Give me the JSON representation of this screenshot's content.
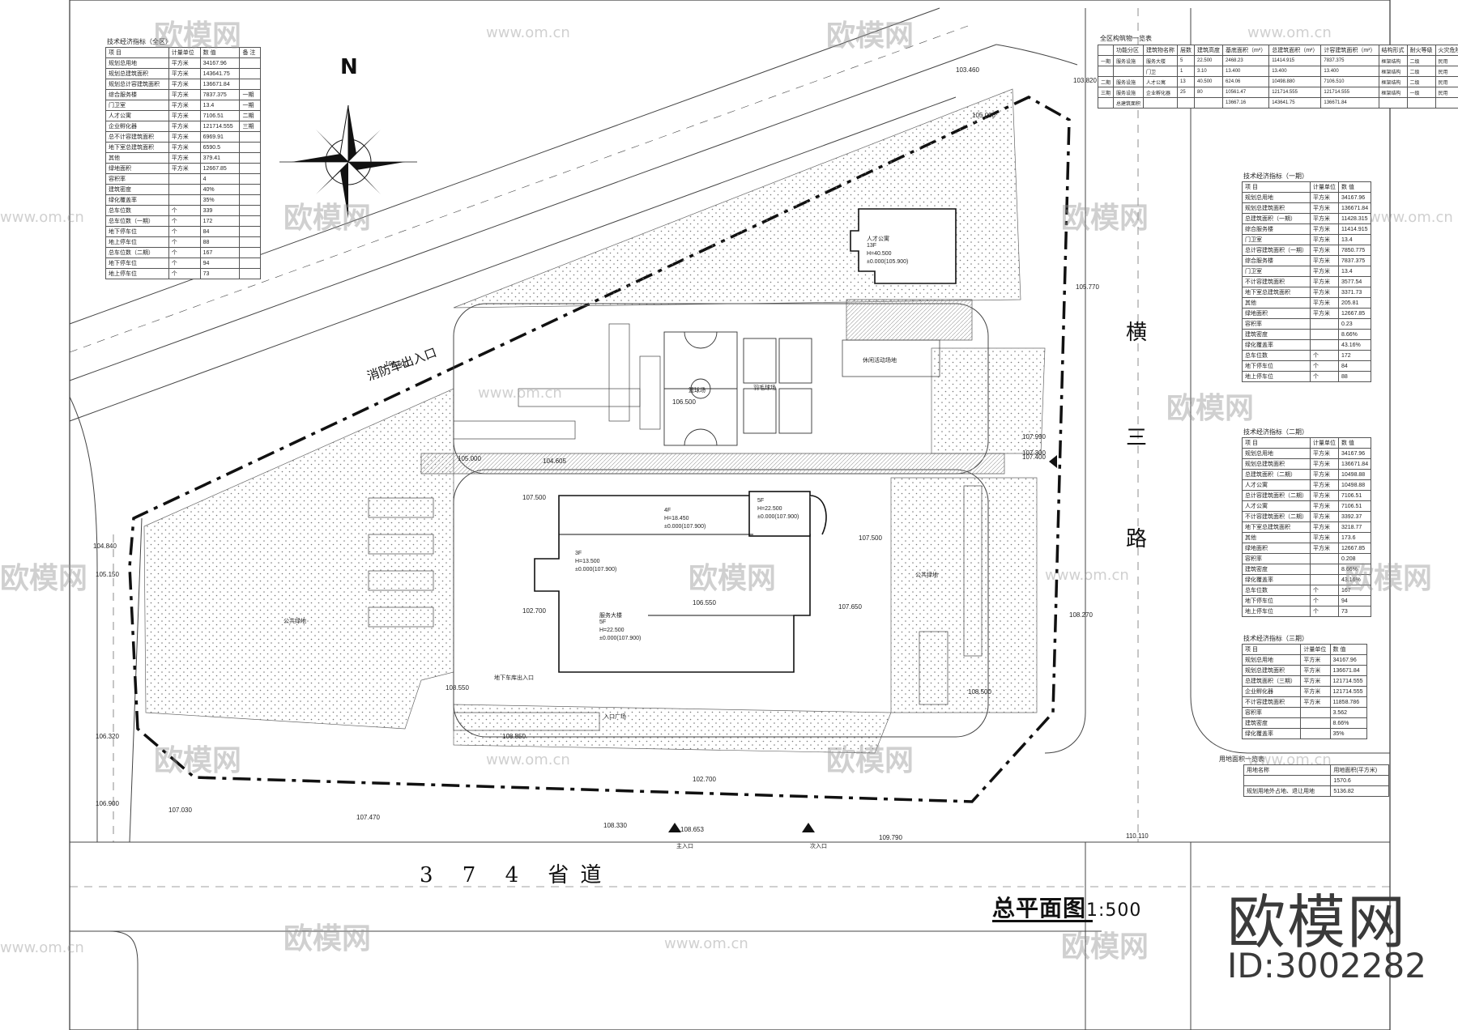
{
  "drawing": {
    "title": "总平面图",
    "scale": "1:500",
    "north": "N",
    "brand": "欧模网",
    "brand_id": "ID:3002282",
    "watermark_cn": "欧模网",
    "watermark_url": "www.om.cn",
    "roads": {
      "south": "3 7 4 省道",
      "east": [
        "横",
        "三",
        "路"
      ]
    },
    "labels": {
      "fire_entrance": "消防车出入口",
      "basketball": "篮球场",
      "tennis": "羽毛球场",
      "activity": "休闲活动场地",
      "green": "公共绿地",
      "main_entrance": "主入口",
      "secondary_entrance": "次入口",
      "building_a": "人才公寓",
      "building_b": "服务大楼",
      "plaza": "入口广场",
      "parking": "地下车库出入口"
    },
    "elevations": [
      "103.460",
      "103.820",
      "105.000",
      "104.600",
      "105.770",
      "106.500",
      "105.000",
      "107.500",
      "107.500",
      "107.650",
      "106.550",
      "102.700",
      "108.550",
      "108.500",
      "108.270",
      "107.990",
      "107.300",
      "108.850",
      "102.700",
      "106.320",
      "106.900",
      "107.030",
      "107.470",
      "108.330",
      "108.653",
      "109.790",
      "110.110",
      "104.840",
      "105.150",
      "104.605",
      "107.400"
    ],
    "buildings": [
      {
        "name": "人才公寓",
        "floors": "13F",
        "height": "H=40.500",
        "base": "±0.000(105.900)"
      },
      {
        "name": "服务大楼",
        "floors": "5F",
        "height": "H=22.500",
        "base": "±0.000(107.900)"
      },
      {
        "name": "5F",
        "floors": "5F",
        "height": "H=22.500",
        "base": "±0.000(107.900)"
      },
      {
        "name": "4F",
        "floors": "4F",
        "height": "H=18.450",
        "base": "±0.000(107.900)"
      },
      {
        "name": "3F",
        "floors": "3F",
        "height": "H=13.500",
        "base": "±0.000(107.900)"
      }
    ]
  },
  "table_overall": {
    "title": "技术经济指标（全区）",
    "headers": [
      "项 目",
      "计量单位",
      "数 值",
      "备 注"
    ],
    "rows": [
      [
        "规划总用地",
        "平方米",
        "34167.96",
        ""
      ],
      [
        "规划总建筑面积",
        "平方米",
        "143641.75",
        ""
      ],
      [
        "规划总计容建筑面积",
        "平方米",
        "136671.84",
        ""
      ],
      [
        "综合服务楼",
        "平方米",
        "7837.375",
        "一期"
      ],
      [
        "门卫室",
        "平方米",
        "13.4",
        "一期"
      ],
      [
        "人才公寓",
        "平方米",
        "7106.51",
        "二期"
      ],
      [
        "企业孵化器",
        "平方米",
        "121714.555",
        "三期"
      ],
      [
        "总不计容建筑面积",
        "平方米",
        "6969.91",
        ""
      ],
      [
        "地下室总建筑面积",
        "平方米",
        "6590.5",
        ""
      ],
      [
        "其他",
        "平方米",
        "379.41",
        ""
      ],
      [
        "绿地面积",
        "平方米",
        "12667.85",
        ""
      ],
      [
        "容积率",
        "",
        "4",
        ""
      ],
      [
        "建筑密度",
        "",
        "40%",
        ""
      ],
      [
        "绿化覆盖率",
        "",
        "35%",
        ""
      ],
      [
        "总车位数",
        "个",
        "339",
        ""
      ],
      [
        "总车位数（一期）",
        "个",
        "172",
        ""
      ],
      [
        "地下停车位",
        "个",
        "84",
        ""
      ],
      [
        "地上停车位",
        "个",
        "88",
        ""
      ],
      [
        "总车位数（二期）",
        "个",
        "167",
        ""
      ],
      [
        "地下停车位",
        "个",
        "94",
        ""
      ],
      [
        "地上停车位",
        "个",
        "73",
        ""
      ]
    ]
  },
  "table_buildings": {
    "title": "全区构筑物一览表",
    "headers": [
      "",
      "功能分区",
      "建筑物名称",
      "层数",
      "建筑高度",
      "基底面积（m²）",
      "总建筑面积（m²）",
      "计容建筑面积（m²）",
      "结构形式",
      "耐火等级",
      "火灾危险性类别"
    ],
    "rows": [
      [
        "一期",
        "服务设施",
        "服务大楼",
        "5",
        "22.500",
        "2468.23",
        "11414.915",
        "7837.375",
        "框架结构",
        "二级",
        "民用"
      ],
      [
        "",
        "",
        "门卫",
        "1",
        "3.10",
        "13.400",
        "13.400",
        "13.400",
        "框架结构",
        "二级",
        "民用"
      ],
      [
        "二期",
        "服务设施",
        "人才公寓",
        "13",
        "40.500",
        "624.06",
        "10498.880",
        "7106.510",
        "框架结构",
        "二级",
        "民用"
      ],
      [
        "三期",
        "服务设施",
        "企业孵化器",
        "25",
        "80",
        "10561.47",
        "121714.555",
        "121714.555",
        "框架结构",
        "一级",
        "民用"
      ],
      [
        "",
        "总建筑面积",
        "",
        "",
        "",
        "13667.16",
        "143641.75",
        "136671.84",
        "",
        "",
        ""
      ]
    ]
  },
  "table_phase1": {
    "title": "技术经济指标（一期）",
    "headers": [
      "项 目",
      "计量单位",
      "数 值"
    ],
    "rows": [
      [
        "规划总用地",
        "平方米",
        "34167.96"
      ],
      [
        "规划总建筑面积",
        "平方米",
        "136671.84"
      ],
      [
        "总建筑面积（一期）",
        "平方米",
        "11428.315"
      ],
      [
        "综合服务楼",
        "平方米",
        "11414.915"
      ],
      [
        "门卫室",
        "平方米",
        "13.4"
      ],
      [
        "总计容建筑面积（一期）",
        "平方米",
        "7850.775"
      ],
      [
        "综合服务楼",
        "平方米",
        "7837.375"
      ],
      [
        "门卫室",
        "平方米",
        "13.4"
      ],
      [
        "不计容建筑面积",
        "平方米",
        "3577.54"
      ],
      [
        "地下室总建筑面积",
        "平方米",
        "3371.73"
      ],
      [
        "其他",
        "平方米",
        "205.81"
      ],
      [
        "绿地面积",
        "平方米",
        "12667.85"
      ],
      [
        "容积率",
        "",
        "0.23"
      ],
      [
        "建筑密度",
        "",
        "8.66%"
      ],
      [
        "绿化覆盖率",
        "",
        "43.16%"
      ],
      [
        "总车位数",
        "个",
        "172"
      ],
      [
        "地下停车位",
        "个",
        "84"
      ],
      [
        "地上停车位",
        "个",
        "88"
      ]
    ]
  },
  "table_phase2": {
    "title": "技术经济指标（二期）",
    "headers": [
      "项 目",
      "计量单位",
      "数 值"
    ],
    "rows": [
      [
        "规划总用地",
        "平方米",
        "34167.96"
      ],
      [
        "规划总建筑面积",
        "平方米",
        "136671.84"
      ],
      [
        "总建筑面积（二期）",
        "平方米",
        "10498.88"
      ],
      [
        "人才公寓",
        "平方米",
        "10498.88"
      ],
      [
        "总计容建筑面积（二期）",
        "平方米",
        "7106.51"
      ],
      [
        "人才公寓",
        "平方米",
        "7106.51"
      ],
      [
        "不计容建筑面积（二期）",
        "平方米",
        "3392.37"
      ],
      [
        "地下室总建筑面积",
        "平方米",
        "3218.77"
      ],
      [
        "其他",
        "平方米",
        "173.6"
      ],
      [
        "绿地面积",
        "平方米",
        "12667.85"
      ],
      [
        "容积率",
        "",
        "0.208"
      ],
      [
        "建筑密度",
        "",
        "8.66%"
      ],
      [
        "绿化覆盖率",
        "",
        "43.16%"
      ],
      [
        "总车位数",
        "个",
        "167"
      ],
      [
        "地下停车位",
        "个",
        "94"
      ],
      [
        "地上停车位",
        "个",
        "73"
      ]
    ]
  },
  "table_phase3": {
    "title": "技术经济指标（三期）",
    "headers": [
      "项 目",
      "计量单位",
      "数 值"
    ],
    "rows": [
      [
        "规划总用地",
        "平方米",
        "34167.96"
      ],
      [
        "规划总建筑面积",
        "平方米",
        "136671.84"
      ],
      [
        "总建筑面积（三期）",
        "平方米",
        "121714.555"
      ],
      [
        "企业孵化器",
        "平方米",
        "121714.555"
      ],
      [
        "不计容建筑面积",
        "平方米",
        "11858.786"
      ],
      [
        "容积率",
        "",
        "3.562"
      ],
      [
        "建筑密度",
        "",
        "8.66%"
      ],
      [
        "绿化覆盖率",
        "",
        "35%"
      ]
    ]
  },
  "table_area": {
    "title": "用地面积一览表",
    "headers": [
      "用地名称",
      "用地面积(平方米)"
    ],
    "rows": [
      [
        "",
        "1570.6"
      ],
      [
        "规划用地外占地、退让用地",
        "5136.82"
      ]
    ]
  }
}
